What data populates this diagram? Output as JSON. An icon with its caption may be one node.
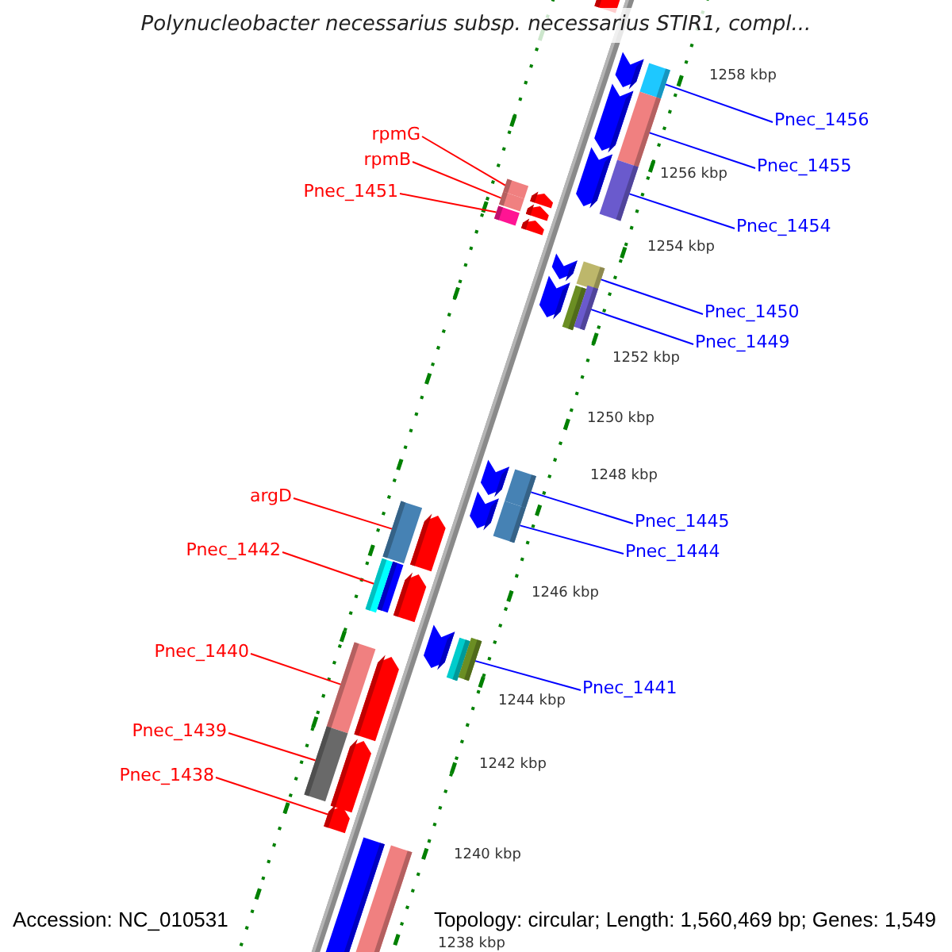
{
  "diagram": {
    "title": "Polynucleobacter necessarius subsp. necessarius STIR1, compl...",
    "nodes": [
      {
        "text": [
          "Pnec_1456"
        ]
      },
      {
        "text": [
          "Pnec_1455"
        ]
      },
      {
        "text": [
          "rpmG"
        ]
      },
      {
        "text": [
          "rpmB"
        ]
      },
      {
        "text": [
          "Pnec_1451"
        ]
      },
      {
        "text": [
          "Pnec_1454"
        ]
      },
      {
        "text": [
          "Pnec_1450"
        ]
      },
      {
        "text": [
          "Pnec_1449"
        ]
      },
      {
        "text": [
          "Pnec_1445"
        ]
      },
      {
        "text": [
          "argD"
        ]
      },
      {
        "text": [
          "Pnec_1444"
        ]
      },
      {
        "text": [
          "Pnec_1442"
        ]
      },
      {
        "text": [
          "Pnec_1440"
        ]
      },
      {
        "text": [
          "Pnec_1441"
        ]
      },
      {
        "text": [
          "Pnec_1439"
        ]
      },
      {
        "text": [
          "Pnec_1438"
        ]
      },
      {
        "text": [],
        "shape": "bar"
      },
      {
        "text": [],
        "shape": "bar"
      },
      {
        "text": [],
        "shape": "bar"
      },
      {
        "text": [],
        "shape": "bar"
      },
      {
        "text": [],
        "shape": "bar"
      },
      {
        "text": [],
        "shape": "bar"
      },
      {
        "text": [],
        "shape": "bar"
      },
      {
        "text": [],
        "shape": "bar"
      },
      {
        "text": [],
        "shape": "bar"
      },
      {
        "text": [],
        "shape": "bar"
      },
      {
        "text": [],
        "shape": "bar"
      },
      {
        "text": [],
        "shape": "bar"
      },
      {
        "text": [],
        "shape": "bar"
      },
      {
        "text": [],
        "shape": "bar"
      },
      {
        "text": [],
        "shape": "bar"
      },
      {
        "text": [],
        "shape": "arrow"
      }
    ],
    "edges": [
      {
        "from": 0,
        "to": 16,
        "arrow": "none",
        "color": "#0000ff"
      },
      {
        "from": 1,
        "to": 17,
        "arrow": "none",
        "color": "#0000ff"
      },
      {
        "from": 2,
        "to": 18,
        "arrow": "none",
        "color": "#ff0000"
      },
      {
        "from": 3,
        "to": 19,
        "arrow": "none",
        "color": "#ff0000"
      },
      {
        "from": 4,
        "to": 20,
        "arrow": "none",
        "color": "#ff0000"
      },
      {
        "from": 5,
        "to": 21,
        "arrow": "none",
        "color": "#0000ff"
      },
      {
        "from": 6,
        "to": 22,
        "arrow": "none",
        "color": "#0000ff"
      },
      {
        "from": 7,
        "to": 23,
        "arrow": "none",
        "color": "#0000ff"
      },
      {
        "from": 8,
        "to": 24,
        "arrow": "none",
        "color": "#0000ff"
      },
      {
        "from": 9,
        "to": 25,
        "arrow": "none",
        "color": "#ff0000"
      },
      {
        "from": 10,
        "to": 26,
        "arrow": "none",
        "color": "#0000ff"
      },
      {
        "from": 11,
        "to": 27,
        "arrow": "none",
        "color": "#ff0000"
      },
      {
        "from": 12,
        "to": 28,
        "arrow": "none",
        "color": "#ff0000"
      },
      {
        "from": 13,
        "to": 29,
        "arrow": "none",
        "color": "#0000ff"
      },
      {
        "from": 14,
        "to": 30,
        "arrow": "none",
        "color": "#ff0000"
      },
      {
        "from": 15,
        "to": 31,
        "arrow": "none",
        "color": "#ff0000"
      }
    ],
    "labels": [
      "1258 kbp",
      "1256 kbp",
      "1254 kbp",
      "1252 kbp",
      "1250 kbp",
      "1248 kbp",
      "1246 kbp",
      "1244 kbp",
      "1242 kbp",
      "1240 kbp",
      "1238 kbp",
      "Accession: NC_010531",
      "Topology: circular; Length: 1,560,469 bp; Genes: 1,549"
    ]
  }
}
